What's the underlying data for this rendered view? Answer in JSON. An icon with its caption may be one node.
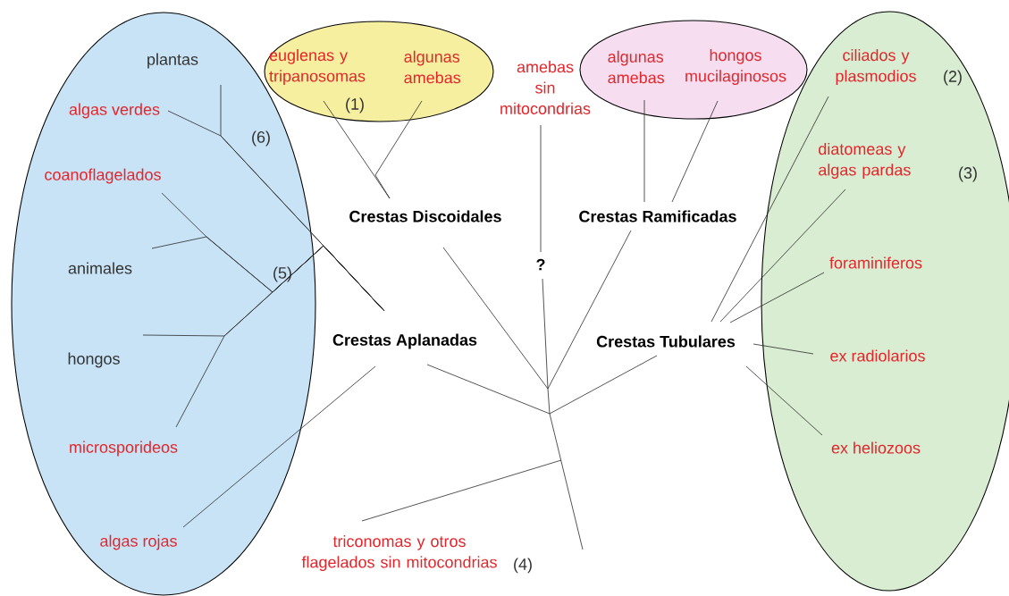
{
  "diagram": {
    "nodes": [
      {
        "text": [],
        "shape": "ellipse"
      },
      {
        "text": [
          "plantas"
        ],
        "in": 0
      },
      {
        "text": [
          "algas verdes"
        ],
        "in": 0
      },
      {
        "text": [
          "coanoflagelados"
        ],
        "in": 0
      },
      {
        "text": [
          "animales"
        ],
        "in": 0
      },
      {
        "text": [
          "hongos"
        ],
        "in": 0
      },
      {
        "text": [
          "microsporideos"
        ],
        "in": 0
      },
      {
        "text": [
          "algas rojas"
        ],
        "in": 0
      },
      {
        "text": [],
        "shape": "ellipse"
      },
      {
        "text": [
          "euglenas y tripanosomas"
        ],
        "in": 8
      },
      {
        "text": [
          "algunas amebas"
        ],
        "in": 8
      },
      {
        "text": [
          "amebas sin mitocondrias"
        ]
      },
      {
        "text": [],
        "shape": "ellipse"
      },
      {
        "text": [
          "algunas amebas"
        ],
        "in": 12
      },
      {
        "text": [
          "hongos mucilaginosos"
        ],
        "in": 12
      },
      {
        "text": [],
        "shape": "ellipse"
      },
      {
        "text": [
          "ciliados y plasmodios"
        ],
        "beside": [
          "(2)"
        ],
        "in": 15
      },
      {
        "text": [
          "diatomeas y algas pardas"
        ],
        "beside": [
          "(3)"
        ],
        "in": 15
      },
      {
        "text": [
          "foraminiferos"
        ],
        "in": 15
      },
      {
        "text": [
          "ex radiolarios"
        ],
        "in": 15
      },
      {
        "text": [
          "ex heliozoos"
        ],
        "in": 15
      },
      {
        "text": [
          "Crestas Discoidales"
        ]
      },
      {
        "text": [
          "Crestas Ramificadas"
        ]
      },
      {
        "text": [
          "?"
        ]
      },
      {
        "text": [
          "Crestas Aplanadas"
        ]
      },
      {
        "text": [
          "Crestas Tubulares"
        ]
      },
      {
        "text": [
          "triconomas y otros flagelados sin mitocondrias"
        ],
        "beside": [
          "(4)"
        ]
      }
    ],
    "edges": [
      {
        "from": 1,
        "to": 24,
        "arrow": "none"
      },
      {
        "from": 2,
        "to": 24,
        "arrow": "none"
      },
      {
        "from": 3,
        "to": 24,
        "arrow": "none"
      },
      {
        "from": 4,
        "to": 24,
        "arrow": "none"
      },
      {
        "from": 5,
        "to": 24,
        "arrow": "none"
      },
      {
        "from": 6,
        "to": 24,
        "arrow": "none"
      },
      {
        "from": 7,
        "to": 24,
        "arrow": "none"
      },
      {
        "from": 9,
        "to": 21,
        "arrow": "none"
      },
      {
        "from": 10,
        "to": 21,
        "arrow": "none"
      },
      {
        "from": 11,
        "to": 23,
        "arrow": "none"
      },
      {
        "from": 13,
        "to": 22,
        "arrow": "none"
      },
      {
        "from": 14,
        "to": 22,
        "arrow": "none"
      },
      {
        "from": 16,
        "to": 25,
        "arrow": "none"
      },
      {
        "from": 17,
        "to": 25,
        "arrow": "none"
      },
      {
        "from": 18,
        "to": 25,
        "arrow": "none"
      },
      {
        "from": 19,
        "to": 25,
        "arrow": "none"
      },
      {
        "from": 20,
        "to": 25,
        "arrow": "none"
      },
      {
        "from": 21,
        "to": null,
        "arrow": "none"
      },
      {
        "from": 23,
        "to": null,
        "arrow": "none"
      },
      {
        "from": 22,
        "to": null,
        "arrow": "none"
      },
      {
        "from": 24,
        "to": null,
        "arrow": "none"
      },
      {
        "from": 25,
        "to": null,
        "arrow": "none"
      },
      {
        "from": 26,
        "to": null,
        "arrow": "none"
      }
    ],
    "labels": [
      "(1)",
      "(6)",
      "(5)"
    ]
  }
}
